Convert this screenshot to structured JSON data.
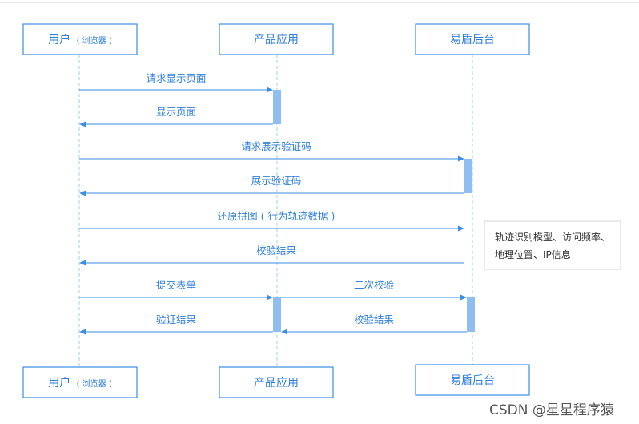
{
  "participants": [
    {
      "id": "user",
      "label": "用户",
      "sublabel": "( 浏览器 )"
    },
    {
      "id": "app",
      "label": "产品应用",
      "sublabel": ""
    },
    {
      "id": "yidun",
      "label": "易盾后台",
      "sublabel": ""
    }
  ],
  "messages": [
    {
      "from": "user",
      "to": "app",
      "label": "请求显示页面"
    },
    {
      "from": "app",
      "to": "user",
      "label": "显示页面"
    },
    {
      "from": "user",
      "to": "yidun",
      "label": "请求展示验证码"
    },
    {
      "from": "yidun",
      "to": "user",
      "label": "展示验证码"
    },
    {
      "from": "user",
      "to": "yidun",
      "label": "还原拼图 ( 行为轨迹数据 )"
    },
    {
      "from": "yidun",
      "to": "user",
      "label": "校验结果"
    },
    {
      "from": "user",
      "to": "app",
      "label": "提交表单"
    },
    {
      "from": "app",
      "to": "yidun",
      "label": "二次校验"
    },
    {
      "from": "app",
      "to": "user",
      "label": "验证结果"
    },
    {
      "from": "yidun",
      "to": "app",
      "label": "校验结果"
    }
  ],
  "note": {
    "lines": [
      "轨迹识别模型、访问频率、",
      "地理位置、IP信息"
    ]
  },
  "watermark": "CSDN @星星程序猿",
  "colors": {
    "accent": "#3a8ee6",
    "text": "#2f7fd9",
    "activation": "#8fbef0",
    "lifeline": "#9fd0e8"
  }
}
